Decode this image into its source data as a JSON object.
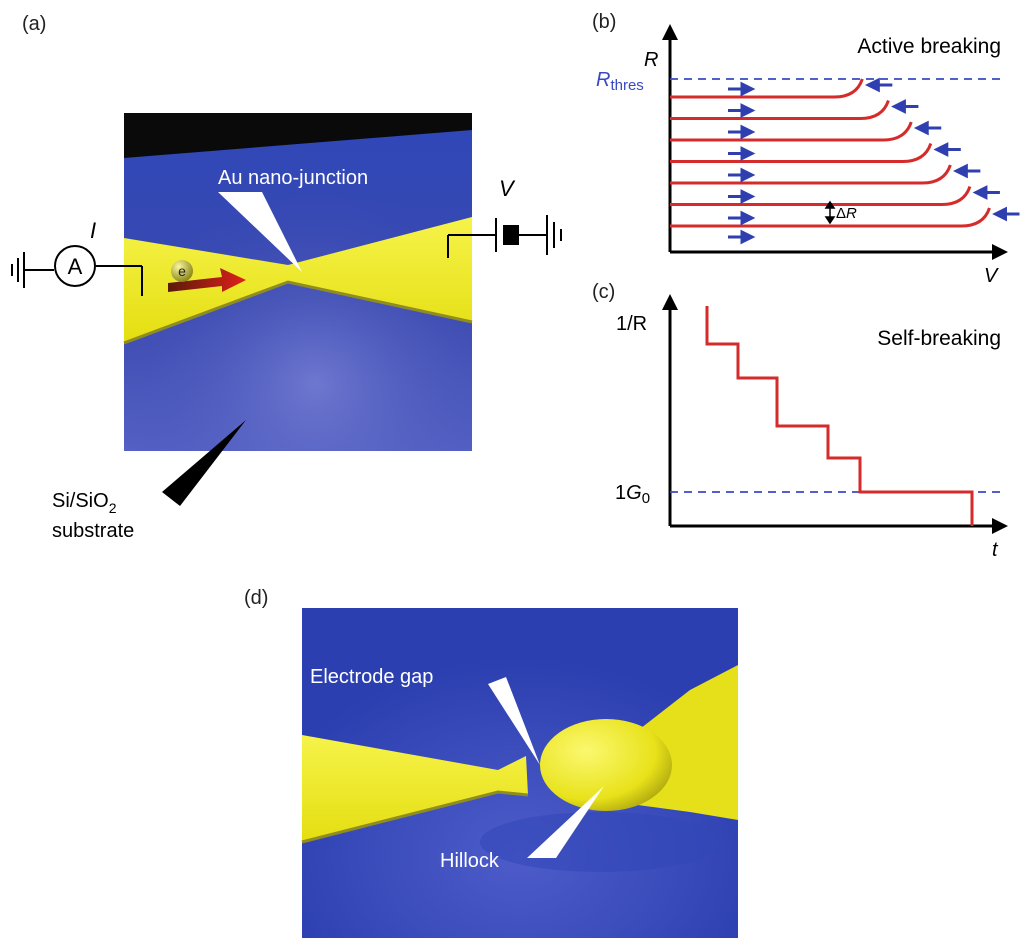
{
  "panel_a": {
    "letter": "(a)",
    "current_symbol": "I",
    "ammeter_symbol": "A",
    "voltage_symbol": "V",
    "electron_symbol": "e",
    "junction_label": "Au nano-junction",
    "substrate_line1": "Si/SiO",
    "substrate_sub": "2",
    "substrate_line2": "substrate"
  },
  "panel_b": {
    "letter": "(b)",
    "title": "Active breaking",
    "y_axis_symbol": "R",
    "x_axis_symbol": "V",
    "threshold_main": "R",
    "threshold_sub": "thres",
    "step_prefix": "Δ",
    "step_symbol": "R",
    "curve_ends": [
      0.59,
      0.67,
      0.74,
      0.8,
      0.86,
      0.92,
      0.98
    ]
  },
  "panel_c": {
    "letter": "(c)",
    "title": "Self-breaking",
    "y_axis_symbol": "1/R",
    "x_axis_symbol": "t",
    "g0_number": "1",
    "g0_symbol": "G",
    "g0_sub": "0"
  },
  "panel_d": {
    "letter": "(d)",
    "gap_label": "Electrode gap",
    "hillock_label": "Hillock"
  },
  "colors": {
    "substrate_blue": "#3b4cb8",
    "gold": "#f2ef1c",
    "trace_red": "#d62b2b",
    "arrow_blue": "#2f3fb0",
    "dashed_blue": "#3a49c2"
  }
}
